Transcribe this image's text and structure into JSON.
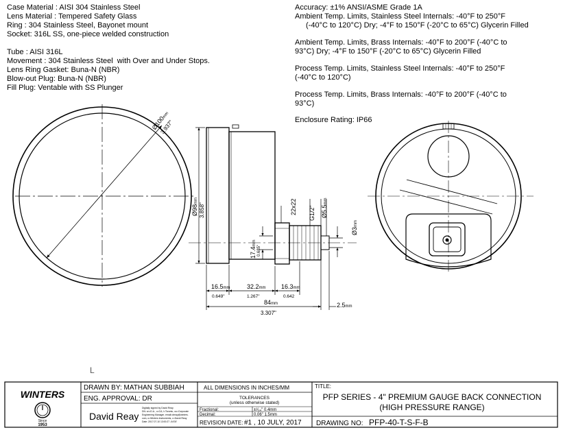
{
  "specs_left": [
    "Case Material : AISI 304 Stainless Steel",
    "Lens Material : Tempered Safety Glass",
    "Ring : 304 Stainless Steel, Bayonet mount",
    "Socket: 316L SS, one-piece welded construction",
    "",
    "Tube : AISI 316L",
    "Movement : 304 Stainless Steel  with Over and Under Stops.",
    "Lens Ring Gasket: Buna-N (NBR)",
    "Blow-out Plug: Buna-N (NBR)",
    "Fill Plug: Ventable with SS Plunger"
  ],
  "specs_right": {
    "accuracy": "Accuracy: ±1% ANSI/ASME Grade 1A",
    "ambient_ss_1": "Ambient Temp. Limits, Stainless Steel Internals: -40°F to 250°F",
    "ambient_ss_2": "(-40°C to 120°C) Dry; -4°F to 150°F (-20°C to 65°C) Glycerin Filled",
    "ambient_brass_1": "Ambient Temp. Limits, Brass Internals: -40°F to 200°F (-40°C to",
    "ambient_brass_2": "93°C) Dry; -4°F to 150°F (-20°C to 65°C) Glycerin Filled",
    "process_ss_1": "Process Temp. Limits, Stainless Steel Internals: -40°F to 250°F",
    "process_ss_2": "(-40°C to 120°C)",
    "process_brass_1": "Process Temp. Limits, Brass Internals: -40°F to 200°F (-40°C to",
    "process_brass_2": "93°C)",
    "enclosure": "Enclosure Rating: IP66"
  },
  "dimensions": {
    "dia_100_mm": "Ø100",
    "dia_100_unit": "mm",
    "dia_100_in": "3.937\"",
    "dia_98_mm": "Ø98",
    "dia_98_unit": "mm",
    "dia_98_in": "3.858\"",
    "hex": "22x22",
    "thread": "G1/2\"",
    "bore_55": "Ø5.5",
    "bore_55_unit": "mm",
    "bore_3": "Ø3",
    "bore_3_unit": "mm",
    "h_174": "17.4",
    "h_174_unit": "mm",
    "h_174_in": "0.685\"",
    "d_165": "16.5",
    "d_165_unit": "mm",
    "d_165_in": "0.649\"",
    "d_322": "32.2",
    "d_322_unit": "mm",
    "d_322_in": "1.267\"",
    "d_163": "16.3",
    "d_163_unit": "mm",
    "d_163_in": "0.642",
    "d_84": "84",
    "d_84_unit": "mm",
    "d_84_in": "3.307\"",
    "d_25": "2.5",
    "d_25_unit": "mm"
  },
  "stray_mark": "L",
  "title_block": {
    "logo_name": "WINTERS",
    "since_label": "Since",
    "since_year": "1953",
    "drawn_by": "DRAWN BY:  MATHAN SUBBIAH",
    "eng_approval": "ENG. APPROVAL: DR",
    "signature": "David Reay",
    "signature_note_1": "Digitally signed by David Reay",
    "signature_note_2": "DN: cn=D.A., o=CA, l=Toronto, ou=Corporate",
    "signature_note_3": "Engineering Manager, email=dreay@winters.",
    "signature_note_4": "com, o=Winters Instruments, c=David Reay",
    "signature_note_5": "Date: 2017.07.10 13:00:27 -04'00'",
    "all_dimensions": "ALL DIMENSIONS IN INCHES/MM",
    "tolerances": "TOLERANCES",
    "tolerances_sub": "(unless otherwise stated)",
    "fractional_label": "Fractional:",
    "fractional_value": "±¹⁄₆₄\" 0.4mm",
    "decimal_label": "Decimal:",
    "decimal_value": "0.06\" 1.5mm",
    "revision_label": "REVISION DATE:",
    "revision_value": "#1 , 10 JULY, 2017",
    "title_label": "TITLE:",
    "title_line1": "PFP SERIES - 4\"  PREMIUM  GAUGE BACK CONNECTION",
    "title_line2": "(HIGH PRESSURE RANGE)",
    "drawing_no_label": "DRAWING NO:",
    "drawing_no_value": "PFP-40-T-S-F-B"
  }
}
